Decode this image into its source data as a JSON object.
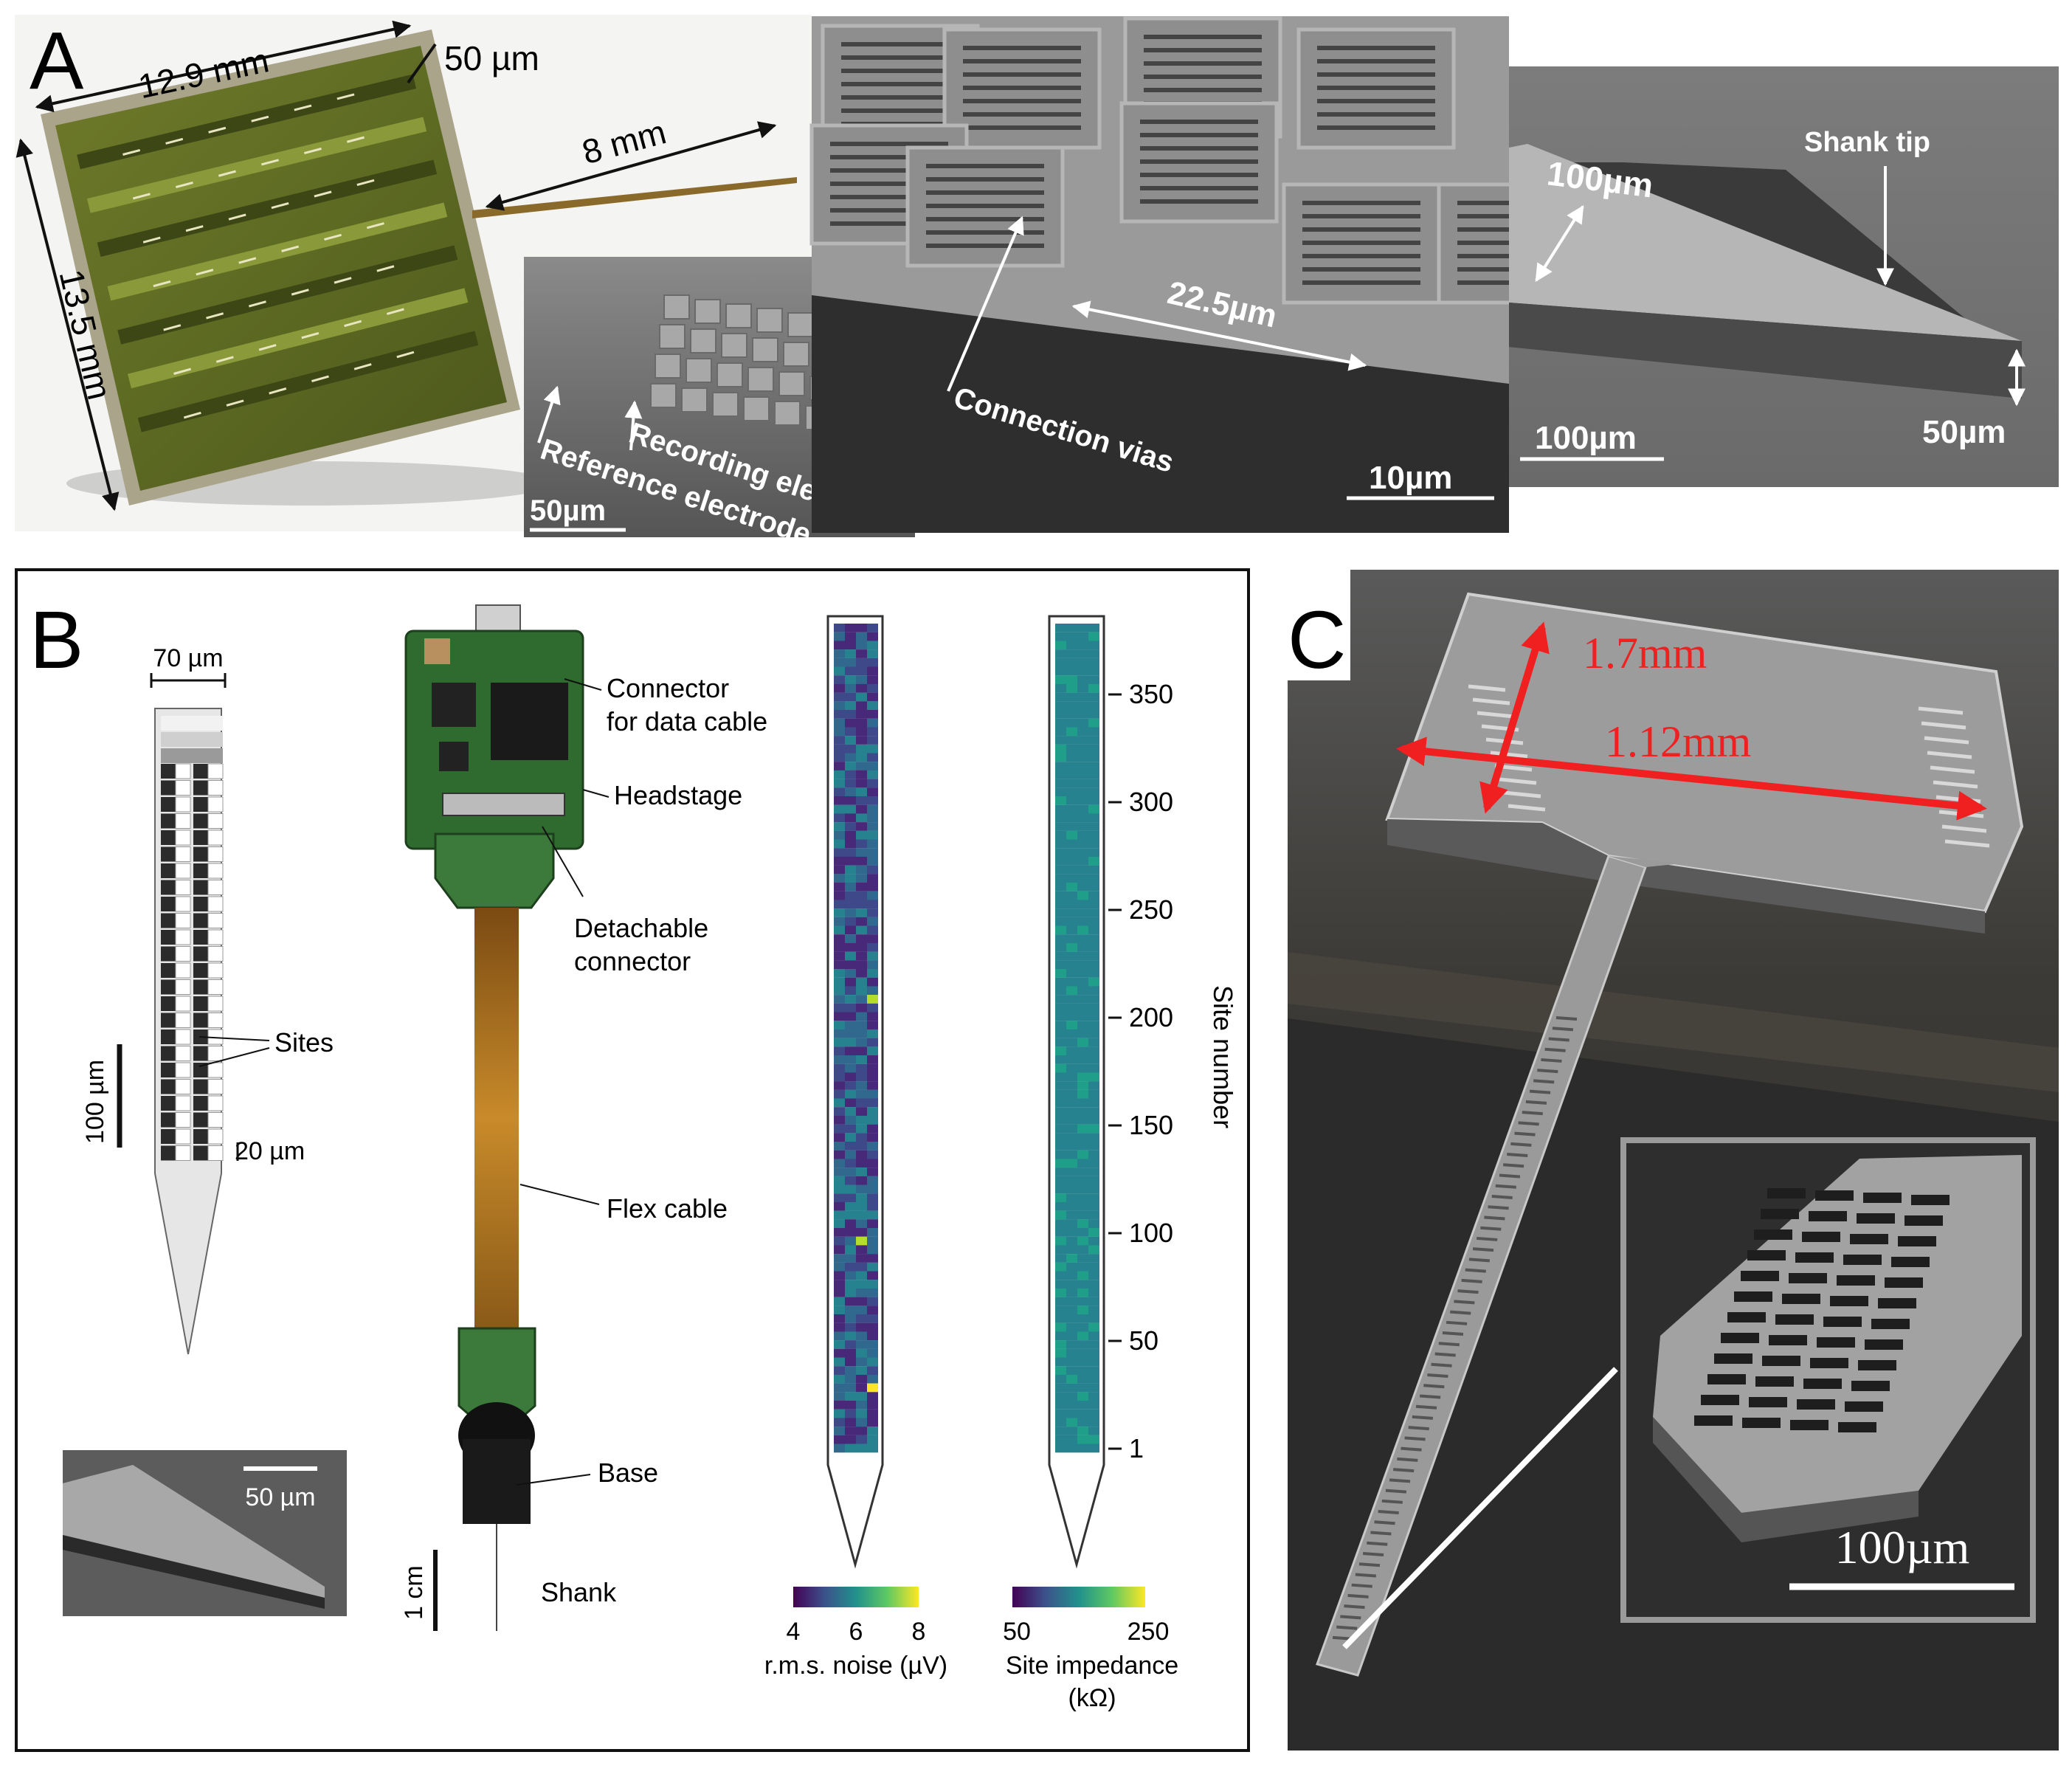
{
  "panel_a": {
    "label": "A",
    "chip": {
      "width": "12.9 mm",
      "height": "13.5 mm",
      "thickness": "50 µm",
      "length": "8 mm"
    },
    "sem1": {
      "recording": "Recording electrode",
      "reference": "Reference electrode",
      "scale": "50µm"
    },
    "sem2": {
      "vias": "Connection vias",
      "pitch": "22.5µm",
      "scale": "10µm"
    },
    "sem3": {
      "tip": "Shank tip",
      "width": "100µm",
      "scale": "100µm",
      "thickness": "50µm"
    }
  },
  "panel_b": {
    "label": "B",
    "probe": {
      "width": "70 µm",
      "sites": "Sites",
      "scale": "100 µm",
      "site_size": "20 µm",
      "sem_scale": "50 µm"
    },
    "device": {
      "connector": [
        "Connector",
        "for data cable"
      ],
      "headstage": "Headstage",
      "detachable": [
        "Detachable",
        "connector"
      ],
      "flex": "Flex cable",
      "base": "Base",
      "shank": "Shank",
      "scale": "1 cm"
    },
    "maps": {
      "site_axis": "Site number",
      "site_ticks": [
        "350",
        "300",
        "250",
        "200",
        "150",
        "100",
        "50",
        "1"
      ],
      "noise": {
        "min": "4",
        "mid": "6",
        "max": "8",
        "label": "r.m.s. noise (µV)"
      },
      "impedance": {
        "min": "50",
        "max": "250",
        "label": [
          "Site impedance",
          "(kΩ)"
        ]
      }
    }
  },
  "panel_c": {
    "label": "C",
    "dim1": "1.7mm",
    "dim2": "1.12mm",
    "scale": "100µm"
  }
}
